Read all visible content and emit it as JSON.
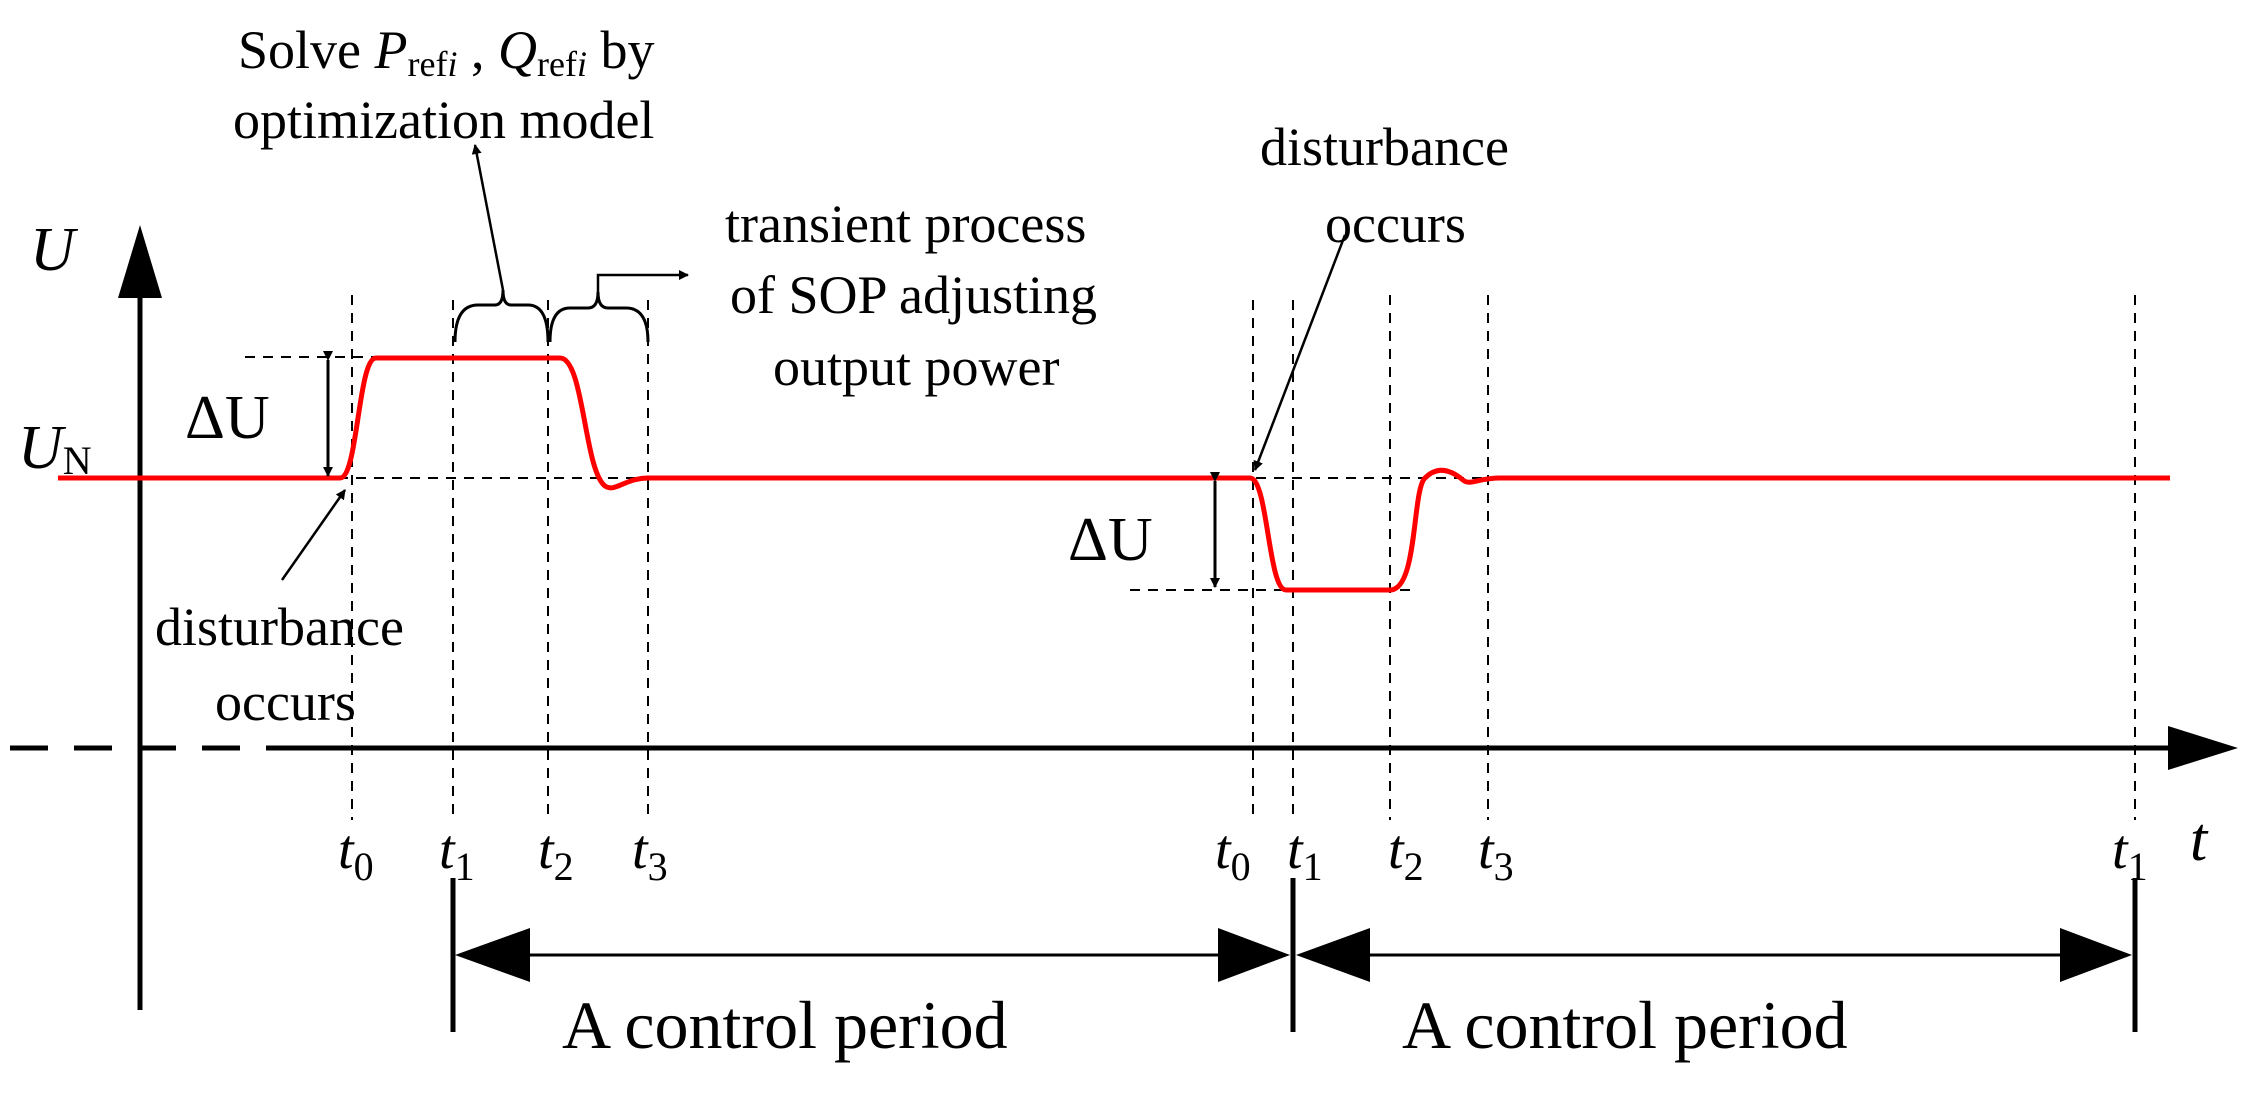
{
  "axes": {
    "y_label": "U",
    "x_label": "t",
    "nominal_label_main": "U",
    "nominal_label_sub": "N",
    "delta_label": "ΔU"
  },
  "annotations": {
    "solve_line1_prefix": "Solve ",
    "p_main": "P",
    "p_sub": "ref",
    "p_sub_i": "i",
    "separator": " , ",
    "q_main": "Q",
    "q_sub": "ref",
    "q_sub_i": "i",
    "solve_line1_suffix": " by",
    "solve_line2": "optimization model",
    "transient_line1": "transient process",
    "transient_line2": "of SOP adjusting",
    "transient_line3": "output power",
    "disturbance_word": "disturbance",
    "occurs_word": "occurs"
  },
  "ticks": {
    "t_letter": "t",
    "sub_0": "0",
    "sub_1": "1",
    "sub_2": "2",
    "sub_3": "3"
  },
  "periods": {
    "label": "A control period"
  },
  "colors": {
    "signal": "#ff0000",
    "axis": "#000000"
  }
}
